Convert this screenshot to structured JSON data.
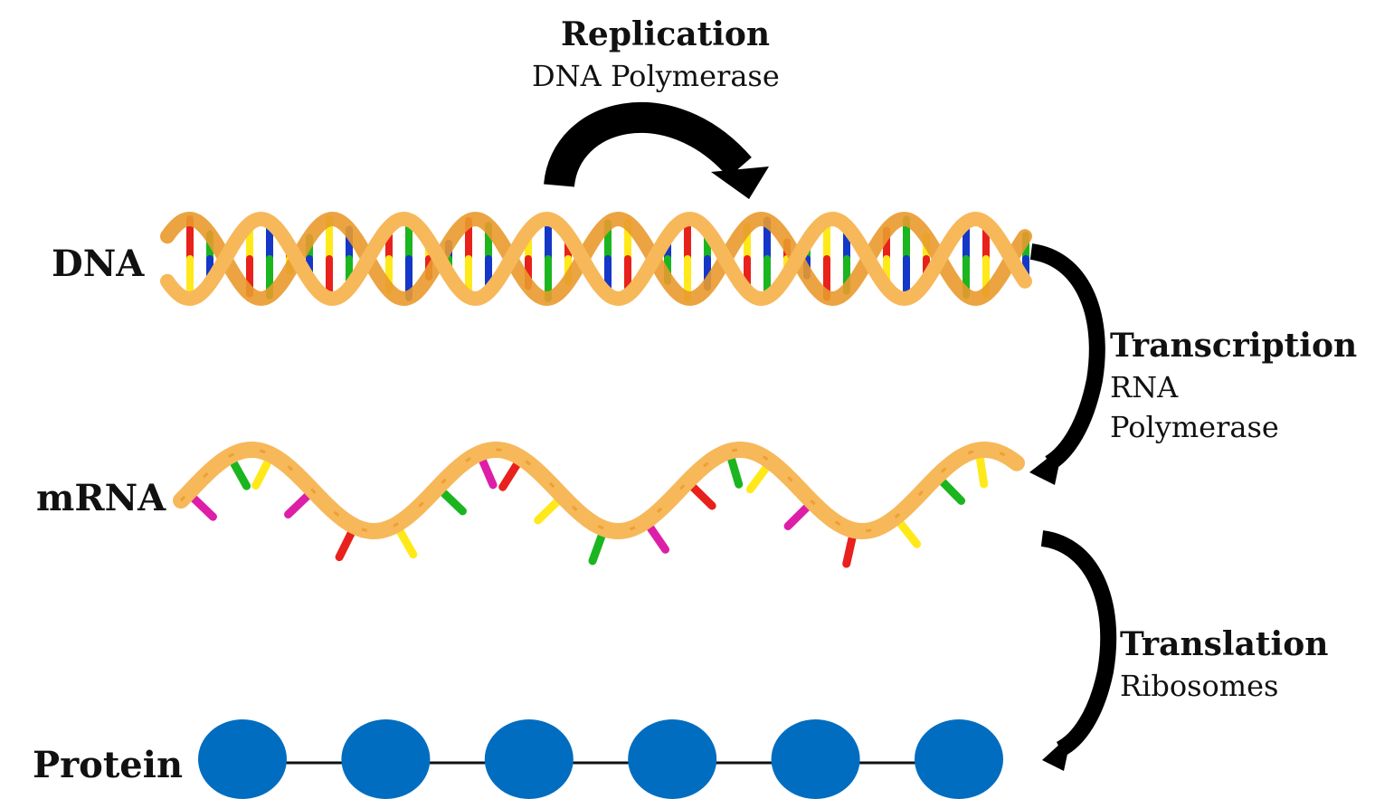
{
  "labels": {
    "dna": "DNA",
    "mrna": "mRNA",
    "protein": "Protein"
  },
  "processes": {
    "replication": {
      "title": "Replication",
      "enzyme": "DNA Polymerase"
    },
    "transcription": {
      "title": "Transcription",
      "enzyme_line1": "RNA",
      "enzyme_line2": "Polymerase"
    },
    "translation": {
      "title": "Translation",
      "enzyme": "Ribosomes"
    }
  },
  "colors": {
    "backbone": "#F7B85A",
    "backbone_dark": "#E99A2C",
    "base_colors": [
      "#E8211C",
      "#1BB51F",
      "#FFE91A",
      "#1437C8",
      "#DD1FA8"
    ],
    "protein_bead": "#006DC0",
    "arrow": "#000000",
    "text": "#111111"
  },
  "protein": {
    "bead_count": 6
  }
}
